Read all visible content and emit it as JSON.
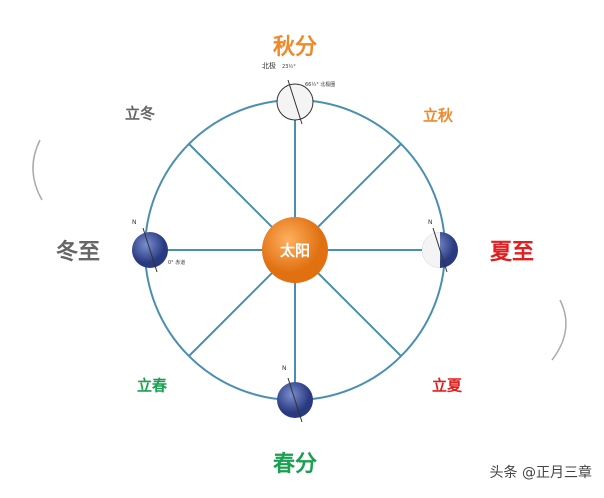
{
  "sun": {
    "label": "太阳",
    "color": "#f08a1c"
  },
  "orbit_color": "#4a8fb0",
  "labels": [
    {
      "key": "autumn_equinox",
      "text": "秋分",
      "color": "#ee8a2a",
      "size": "big"
    },
    {
      "key": "beginning_winter",
      "text": "立冬",
      "color": "#666666",
      "size": "small"
    },
    {
      "key": "beginning_autumn",
      "text": "立秋",
      "color": "#ee8a2a",
      "size": "small"
    },
    {
      "key": "winter_solstice",
      "text": "冬至",
      "color": "#666666",
      "size": "big"
    },
    {
      "key": "summer_solstice",
      "text": "夏至",
      "color": "#e02020",
      "size": "big"
    },
    {
      "key": "beginning_spring",
      "text": "立春",
      "color": "#1aa050",
      "size": "small"
    },
    {
      "key": "beginning_summer",
      "text": "立夏",
      "color": "#e02020",
      "size": "small"
    },
    {
      "key": "spring_equinox",
      "text": "春分",
      "color": "#1aa050",
      "size": "big"
    }
  ],
  "annotations": {
    "north_pole": "北极",
    "tilt": "23½°",
    "arctic_circle": "66½° 北极圈",
    "north": "N",
    "equator": "0° 赤道"
  },
  "watermark": "头条 @正月三章"
}
